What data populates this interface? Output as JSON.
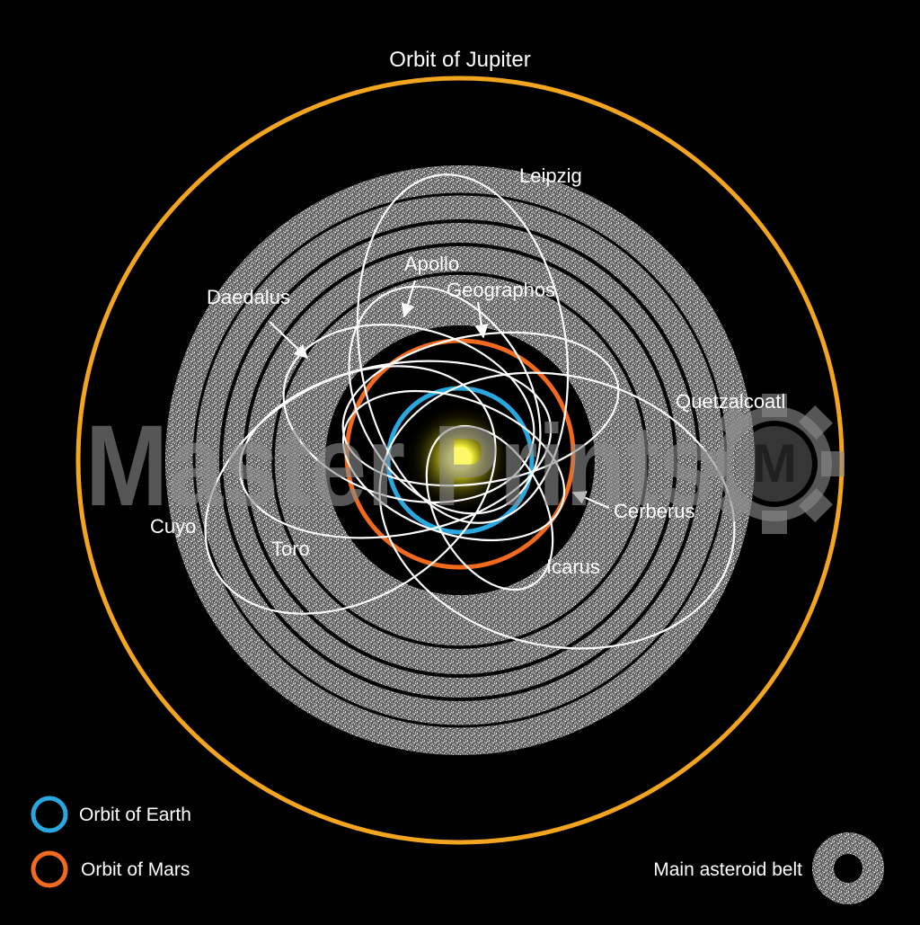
{
  "colors": {
    "background": "#000000",
    "jupiter": "#f4a51f",
    "mars": "#f26a1d",
    "earth": "#29a8e0",
    "sun": "#f1ee3a",
    "asteroid_orbits": "#ffffff",
    "belt": "#9a9a9a",
    "watermark": "#8a8a8a"
  },
  "labels": {
    "jupiter": "Orbit of Jupiter",
    "leipzig": "Leipzig",
    "apollo": "Apollo",
    "geographos": "Geographos",
    "daedalus": "Daedalus",
    "quetzalcoatl": "Quetzalcoatl",
    "cerberus": "Cerberus",
    "cuyo": "Cuyo",
    "toro": "Toro",
    "icarus": "Icarus"
  },
  "legend": {
    "earth": "Orbit of Earth",
    "mars": "Orbit of Mars",
    "belt": "Main asteroid belt"
  },
  "watermark": {
    "text": "Master Prints",
    "logo_letter": "M",
    "icon": "gear-icon"
  }
}
